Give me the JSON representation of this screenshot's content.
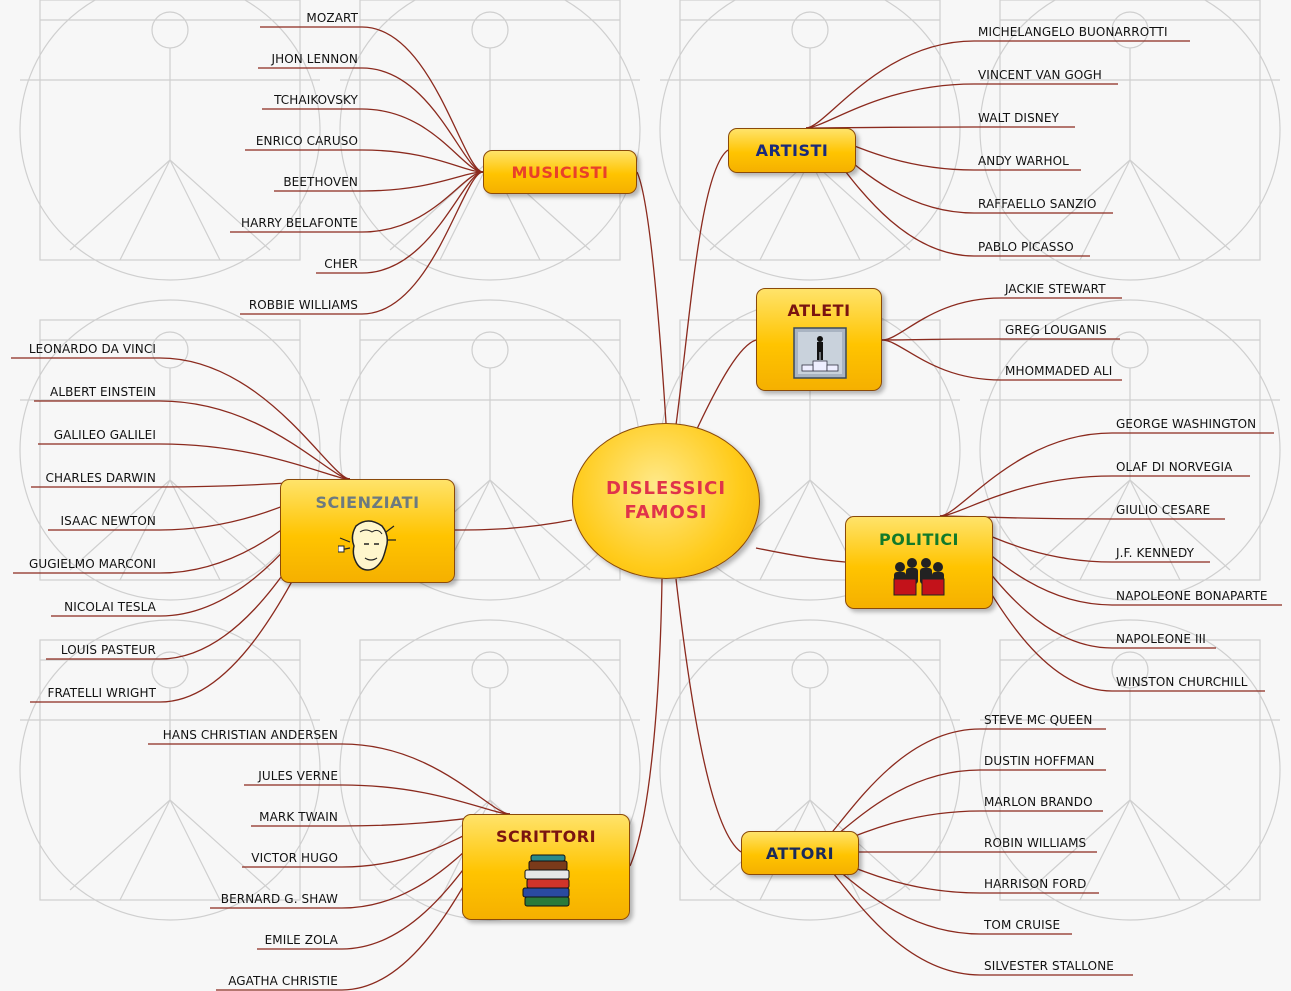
{
  "center": {
    "line1": "DISLESSICI",
    "line2": "FAMOSI"
  },
  "categories": {
    "musicisti": {
      "label": "MUSICISTI",
      "color": "#e8402a",
      "items": [
        "MOZART",
        "JHON LENNON",
        "TCHAIKOVSKY",
        "ENRICO CARUSO",
        "BEETHOVEN",
        "HARRY BELAFONTE",
        "CHER",
        "ROBBIE WILLIAMS"
      ]
    },
    "artisti": {
      "label": "ARTISTI",
      "color": "#1a2a7a",
      "items": [
        "MICHELANGELO BUONARROTTI",
        "VINCENT VAN GOGH",
        "WALT DISNEY",
        "ANDY WARHOL",
        "RAFFAELLO SANZIO",
        "PABLO PICASSO"
      ]
    },
    "atleti": {
      "label": "ATLETI",
      "color": "#7a1410",
      "icon": "podium-icon",
      "items": [
        "JACKIE STEWART",
        "GREG LOUGANIS",
        "MHOMMADED ALI"
      ]
    },
    "scienziati": {
      "label": "SCIENZIATI",
      "color": "#6c7a80",
      "icon": "brain-head-icon",
      "items": [
        "LEONARDO DA VINCI",
        "ALBERT EINSTEIN",
        "GALILEO GALILEI",
        "CHARLES DARWIN",
        "ISAAC NEWTON",
        "GUGIELMO MARCONI",
        "NICOLAI TESLA",
        "LOUIS PASTEUR",
        "FRATELLI WRIGHT"
      ]
    },
    "politici": {
      "label": "POLITICI",
      "color": "#127a2a",
      "icon": "politicians-icon",
      "items": [
        "GEORGE WASHINGTON",
        "OLAF DI NORVEGIA",
        "GIULIO CESARE",
        "J.F. KENNEDY",
        "NAPOLEONE BONAPARTE",
        "NAPOLEONE III",
        "WINSTON CHURCHILL"
      ]
    },
    "scrittori": {
      "label": "SCRITTORI",
      "color": "#7a1410",
      "icon": "books-icon",
      "items": [
        "HANS CHRISTIAN ANDERSEN",
        "JULES VERNE",
        "MARK TWAIN",
        "VICTOR HUGO",
        "BERNARD G. SHAW",
        "EMILE ZOLA",
        "AGATHA CHRISTIE"
      ]
    },
    "attori": {
      "label": "ATTORI",
      "color": "#1a2a5a",
      "items": [
        "STEVE MC QUEEN",
        "DUSTIN HOFFMAN",
        "MARLON BRANDO",
        "ROBIN WILLIAMS",
        "HARRISON FORD",
        "TOM CRUISE",
        "SILVESTER STALLONE"
      ]
    }
  },
  "colors": {
    "connector": "#8b2a1e",
    "node_border": "#8a4a0a",
    "node_fill": "#ffc400"
  }
}
